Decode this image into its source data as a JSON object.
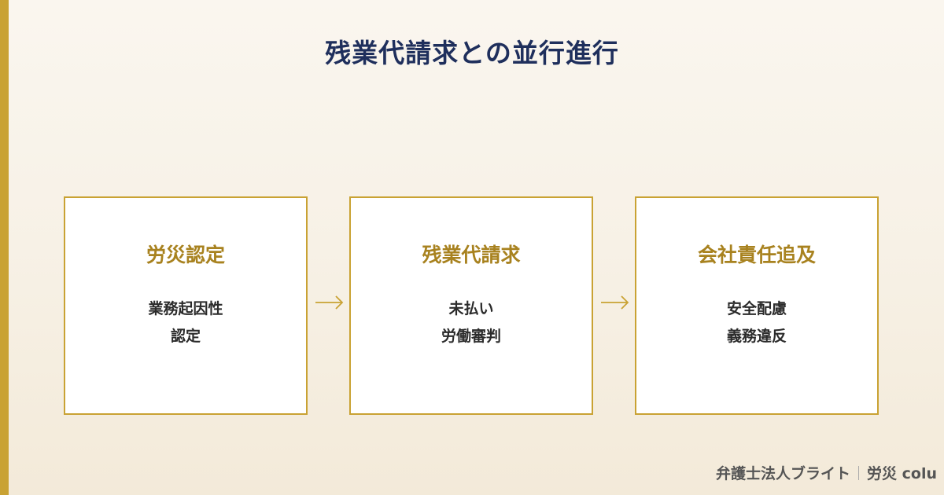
{
  "title": "残業代請求との並行進行",
  "steps": [
    {
      "title": "労災認定",
      "lines": [
        "業務起因性",
        "認定"
      ]
    },
    {
      "title": "残業代請求",
      "lines": [
        "未払い",
        "労働審判"
      ]
    },
    {
      "title": "会社責任追及",
      "lines": [
        "安全配慮",
        "義務違反"
      ]
    }
  ],
  "footer": {
    "firm": "弁護士法人ブライト",
    "section": "労災 colu"
  },
  "colors": {
    "accent": "#c9a233",
    "title": "#1f2f5c",
    "step_title": "#a8821f",
    "text": "#2b2b2b"
  },
  "icons": [
    "right-arrow-icon",
    "right-arrow-icon"
  ]
}
